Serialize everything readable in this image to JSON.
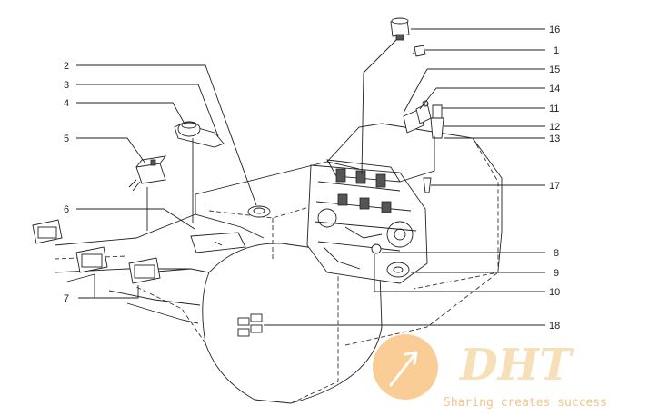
{
  "callouts": {
    "c1": "1",
    "c2": "2",
    "c3": "3",
    "c4": "4",
    "c5": "5",
    "c6": "6",
    "c7": "7",
    "c8": "8",
    "c9": "9",
    "c10": "10",
    "c11": "11",
    "c12": "12",
    "c13": "13",
    "c14": "14",
    "c15": "15",
    "c16": "16",
    "c17": "17",
    "c18": "18"
  },
  "watermark": {
    "logo_text": "DHT",
    "tagline": "Sharing creates success"
  },
  "colors": {
    "line": "#222222",
    "watermark_orange": "#f5a441",
    "watermark_text": "#f2c48a"
  }
}
